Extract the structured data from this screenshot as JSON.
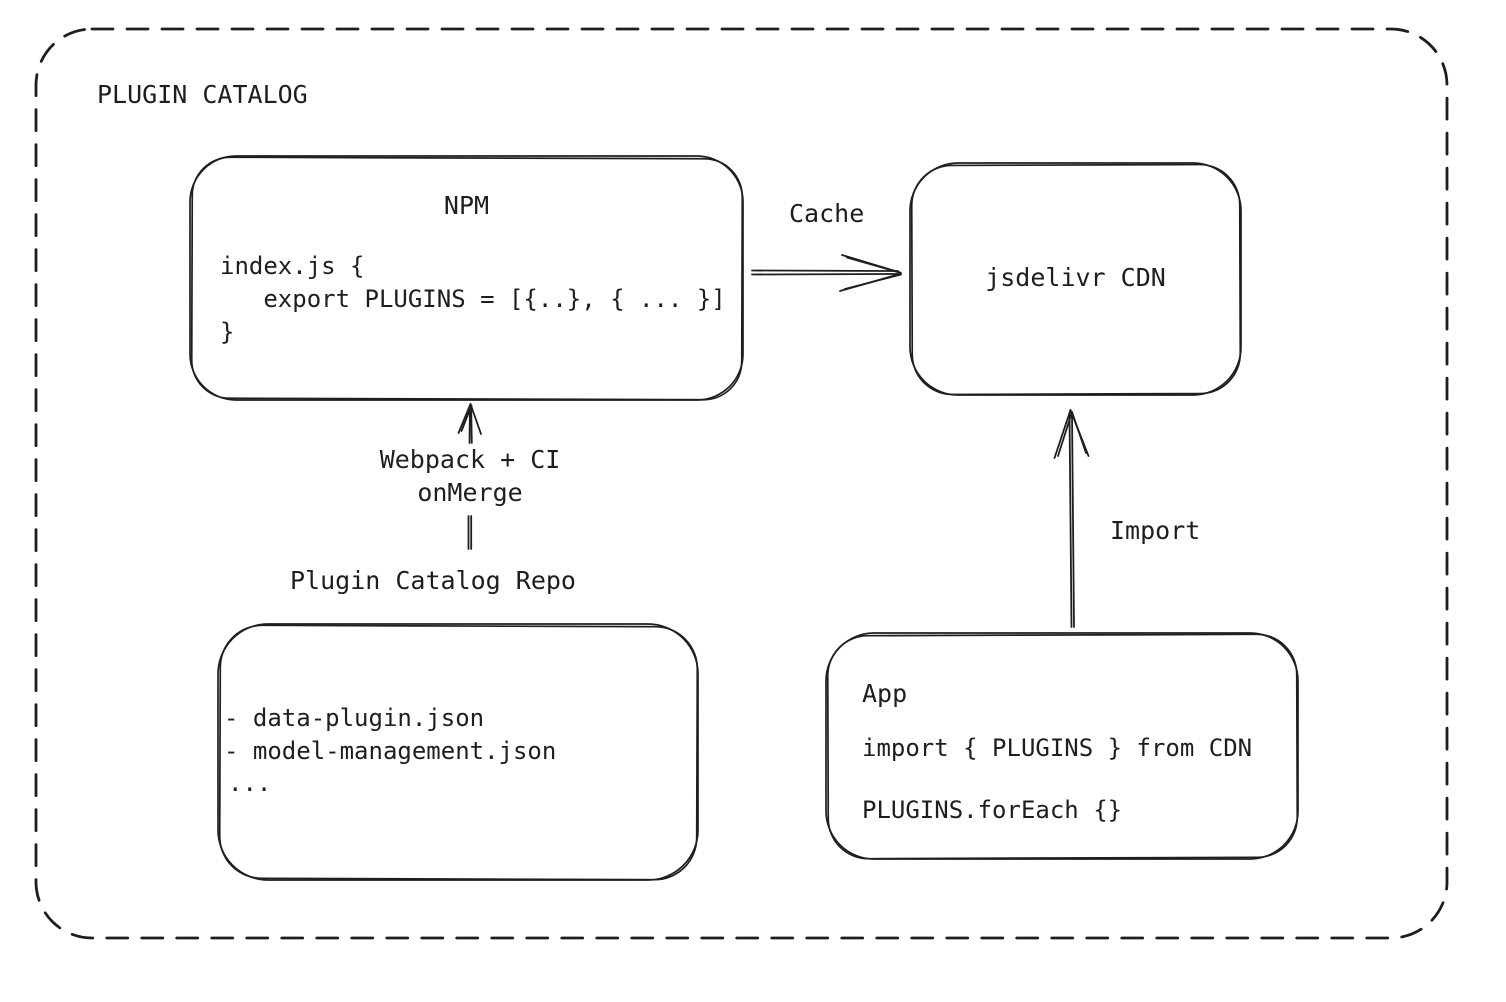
{
  "diagram": {
    "title": "PLUGIN CATALOG",
    "npm": {
      "title": "NPM",
      "code": [
        "index.js {",
        "   export PLUGINS = [{..}, { ... }]",
        "}"
      ]
    },
    "cdn": {
      "label": "jsdelivr CDN"
    },
    "repo": {
      "label": "Plugin Catalog Repo",
      "files": [
        "- data-plugin.json",
        "- model-management.json",
        "..."
      ]
    },
    "app": {
      "title": "App",
      "code": [
        "import { PLUGINS } from CDN",
        "PLUGINS.forEach {}"
      ]
    },
    "edges": {
      "cache_label": "Cache",
      "build_label_line1": "Webpack + CI",
      "build_label_line2": "onMerge",
      "import_label": "Import"
    },
    "colors": {
      "stroke": "#1e1e1e",
      "background": "#ffffff"
    }
  }
}
